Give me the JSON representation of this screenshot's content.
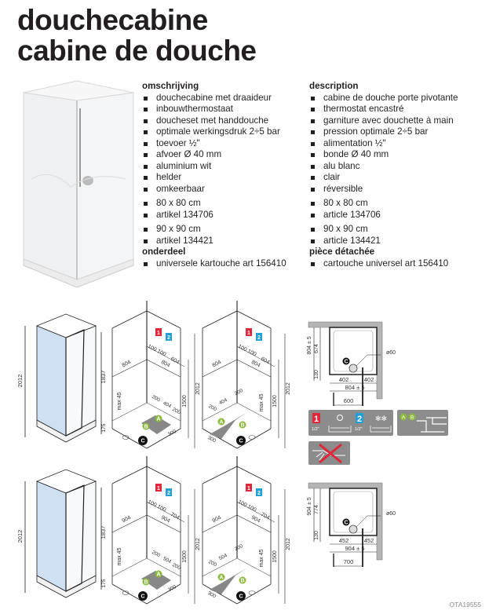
{
  "title": {
    "line1": "douchecabine",
    "line2": "cabine de douche"
  },
  "nl": {
    "heading": "omschrijving",
    "items": [
      "douchecabine met draaideur",
      "inbouwthermostaat",
      "doucheset met handdouche",
      "optimale werkingsdruk 2÷5 bar",
      "toevoer ½\"",
      "afvoer Ø 40 mm",
      "aluminium wit",
      "helder",
      "omkeerbaar"
    ],
    "variants": [
      {
        "size": "80 x 80 cm",
        "article": "artikel 134706"
      },
      {
        "size": "90 x 90 cm",
        "article": "artikel 134421"
      }
    ],
    "spare_heading": "onderdeel",
    "spare_items": [
      "universele kartouche art 156410"
    ]
  },
  "fr": {
    "heading": "description",
    "items": [
      "cabine de douche porte pivotante",
      "thermostat encastré",
      "garniture avec douchette à main",
      "pression optimale 2÷5 bar",
      "alimentation ½\"",
      "bonde Ø 40 mm",
      "alu blanc",
      "clair",
      "réversible"
    ],
    "variants": [
      {
        "size": "80 x 80 cm",
        "article": "article 134706"
      },
      {
        "size": "90 x 90 cm",
        "article": "article 134421"
      }
    ],
    "spare_heading": "pièce détachée",
    "spare_items": [
      "cartouche universel art 156410"
    ]
  },
  "markers": {
    "hot": "1",
    "cold": "2",
    "a": "A",
    "b": "B",
    "c": "C",
    "inlet": "1/2\""
  },
  "diagrams": [
    {
      "cabin": {
        "total": "2012",
        "inner": "1837",
        "tray": "175"
      },
      "wall": {
        "d1": "100",
        "d2": "100",
        "d3": "604",
        "w1": "804",
        "w2": "804",
        "h1": "1500",
        "h2": "2012",
        "max": "max 45",
        "e1": "200",
        "e2": "404",
        "e3": "200",
        "e4": "300"
      },
      "plan": {
        "depth": "804 ± 5",
        "inner": "674",
        "low": "130",
        "half1": "402",
        "half2": "402",
        "width": "804 ± 5",
        "door": "600",
        "drain": "ø60"
      }
    },
    {
      "cabin": {
        "total": "2012",
        "inner": "1837",
        "tray": "175"
      },
      "wall": {
        "d1": "100",
        "d2": "100",
        "d3": "704",
        "w1": "904",
        "w2": "904",
        "h1": "1500",
        "h2": "2012",
        "max": "max 45",
        "e1": "200",
        "e2": "504",
        "e3": "200",
        "e4": "300"
      },
      "plan": {
        "depth": "904 ± 5",
        "inner": "774",
        "low": "130",
        "half1": "452",
        "half2": "452",
        "width": "904 ± 5",
        "door": "700",
        "drain": "ø60"
      }
    }
  ],
  "colors": {
    "hot": "#e0263a",
    "cold": "#1fa0d8",
    "green": "#8cbb3c",
    "icon_bg": "#8c8c8c",
    "glass": "#cfe0f2"
  },
  "footer_code": "OTA19555"
}
